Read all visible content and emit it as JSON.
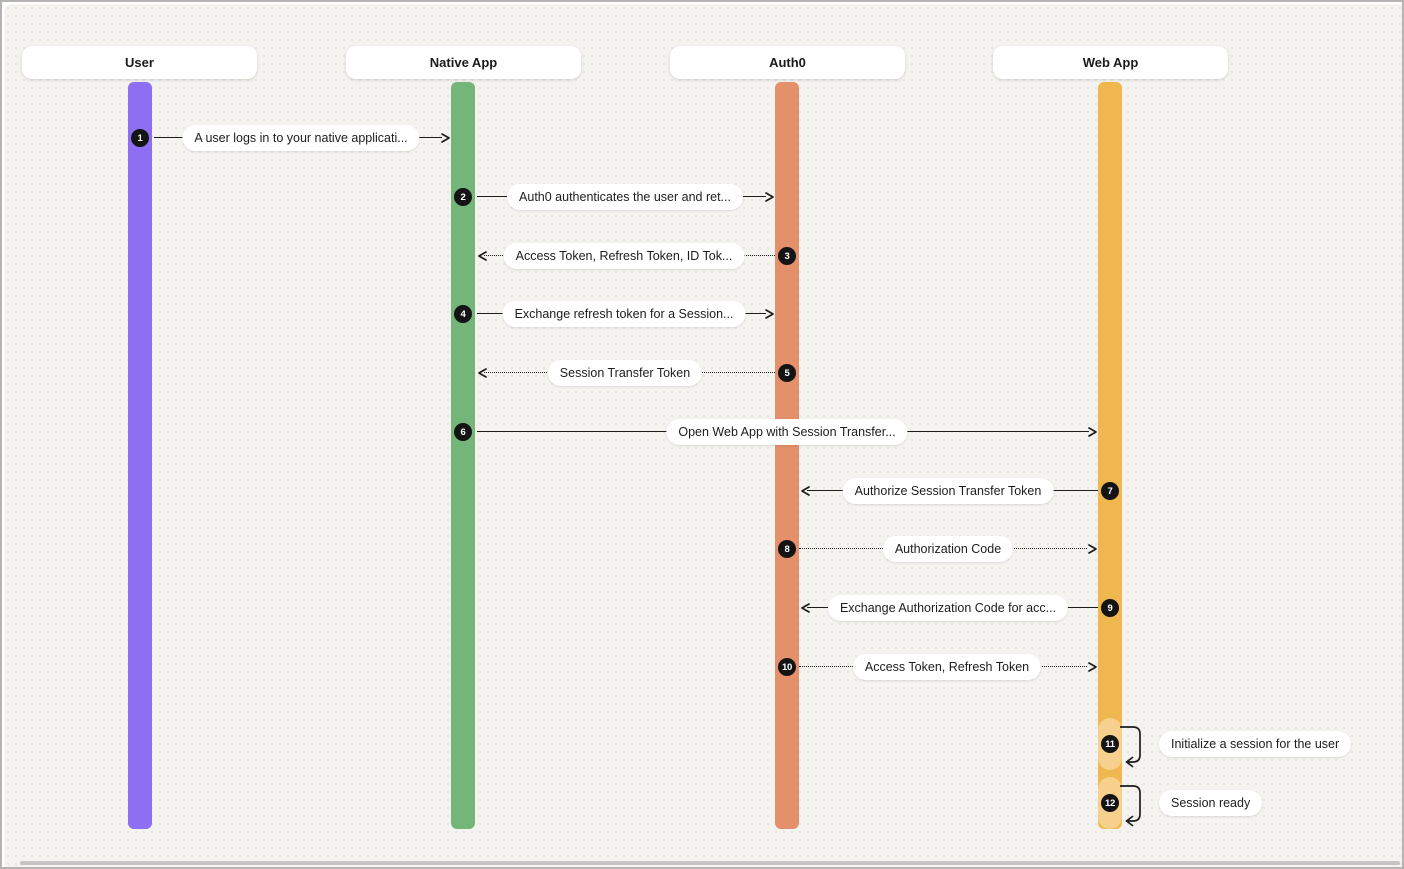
{
  "diagram": {
    "type": "sequence",
    "actors": [
      {
        "name": "User",
        "color": "#8e6ff3"
      },
      {
        "name": "Native App",
        "color": "#74b679"
      },
      {
        "name": "Auth0",
        "color": "#e4906b"
      },
      {
        "name": "Web App",
        "color": "#efb74d",
        "highlight_color": "#f6d08c"
      }
    ],
    "messages": [
      {
        "step": "1",
        "label": "A user logs in to your native applicati...",
        "from": "User",
        "to": "Native App",
        "line": "solid"
      },
      {
        "step": "2",
        "label": "Auth0 authenticates the user and ret...",
        "from": "Native App",
        "to": "Auth0",
        "line": "solid"
      },
      {
        "step": "3",
        "label": "Access Token, Refresh Token, ID Tok...",
        "from": "Auth0",
        "to": "Native App",
        "line": "dotted"
      },
      {
        "step": "4",
        "label": "Exchange refresh token for a Session...",
        "from": "Native App",
        "to": "Auth0",
        "line": "solid"
      },
      {
        "step": "5",
        "label": "Session Transfer Token",
        "from": "Auth0",
        "to": "Native App",
        "line": "dotted"
      },
      {
        "step": "6",
        "label": "Open Web App with Session Transfer...",
        "from": "Native App",
        "to": "Web App",
        "line": "solid"
      },
      {
        "step": "7",
        "label": "Authorize Session Transfer Token",
        "from": "Web App",
        "to": "Auth0",
        "line": "solid"
      },
      {
        "step": "8",
        "label": "Authorization Code",
        "from": "Auth0",
        "to": "Web App",
        "line": "dotted"
      },
      {
        "step": "9",
        "label": "Exchange Authorization Code for acc...",
        "from": "Web App",
        "to": "Auth0",
        "line": "solid"
      },
      {
        "step": "10",
        "label": "Access Token, Refresh Token",
        "from": "Auth0",
        "to": "Web App",
        "line": "dotted"
      },
      {
        "step": "11",
        "label": "Initialize a session for the user",
        "from": "Web App",
        "to": "Web App",
        "line": "self"
      },
      {
        "step": "12",
        "label": "Session ready",
        "from": "Web App",
        "to": "Web App",
        "line": "self"
      }
    ],
    "theme": {
      "canvas_bg": "#f4f3ef",
      "dot_color": "#e6e4de",
      "badge_bg": "#141414",
      "label_bg": "#ffffff",
      "arrow_color": "#1c1c1c",
      "frame_border": "#b5b4b2",
      "scrollbar": "#c6c5c3"
    }
  }
}
